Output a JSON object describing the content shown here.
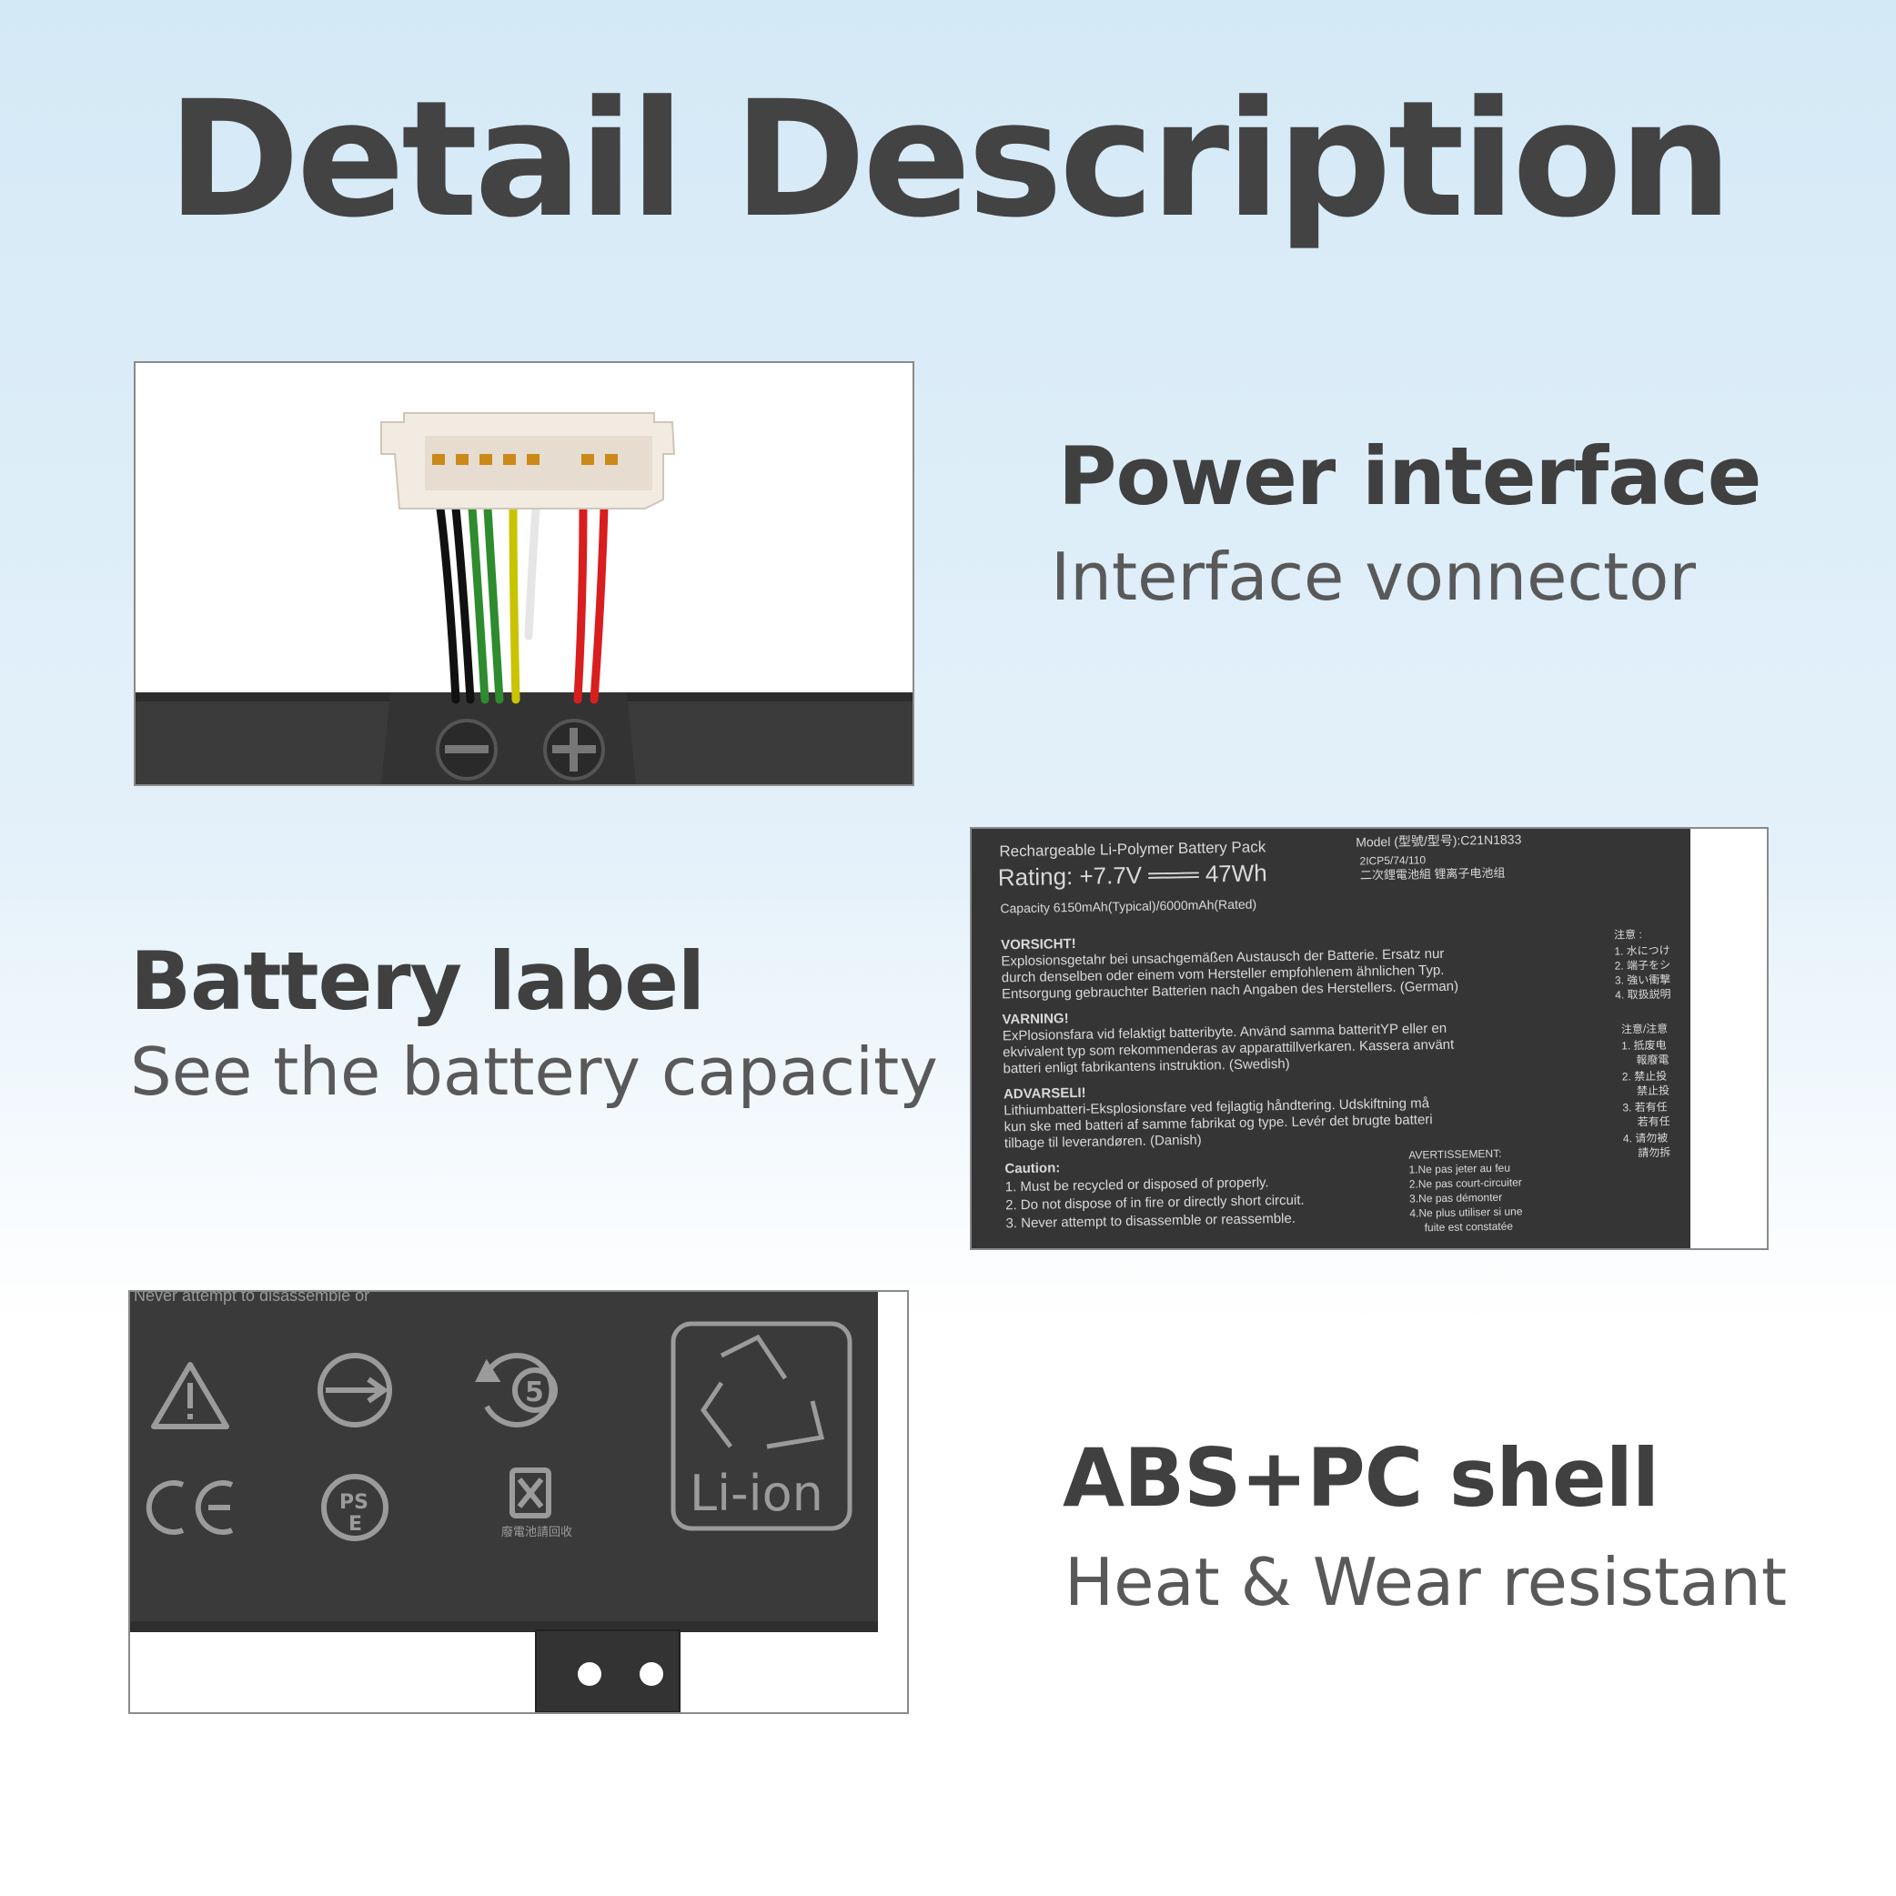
{
  "page": {
    "title": "Detail Description"
  },
  "features": [
    {
      "title": "Power interface",
      "subtitle": "Interface vonnector"
    },
    {
      "title": "Battery label",
      "subtitle": "See the battery capacity"
    },
    {
      "title": "ABS+PC shell",
      "subtitle": "Heat & Wear resistant"
    }
  ],
  "battery_label": {
    "pack": "Rechargeable Li-Polymer Battery Pack",
    "model": "Model (型號/型号):C21N1833",
    "cells": "2ICP5/74/110",
    "cn_name": "二次鋰電池組  锂离子电池组",
    "rating": "Rating: +7.7V ═══ 47Wh",
    "capacity": "Capacity 6150mAh(Typical)/6000mAh(Rated)",
    "vorsicht_head": "VORSICHT!",
    "vorsicht_1": "Explosionsgetahr bei unsachgemäßen Austausch der Batterie. Ersatz nur",
    "vorsicht_2": "durch denselben oder einem vom Hersteller empfohlenem ähnlichen Typ.",
    "vorsicht_3": "Entsorgung gebrauchter Batterien nach Angaben des Herstellers. (German)",
    "varning_head": "VARNING!",
    "varning_1": "ExPlosionsfara vid felaktigt batteribyte. Använd samma batteritYP eller en",
    "varning_2": "ekvivalent typ som rekommenderas av apparattillverkaren. Kassera använt",
    "varning_3": "batteri enligt fabrikantens instruktion. (Swedish)",
    "advarseli_head": "ADVARSELI!",
    "advarseli_1": "Lithiumbatteri-Eksplosionsfare ved fejlagtig håndtering. Udskiftning må",
    "advarseli_2": "kun ske med batteri af samme fabrikat og type. Levér det brugte batteri",
    "advarseli_3": "tilbage til leverandøren. (Danish)",
    "caution_head": "Caution:",
    "caution_1": "1. Must be recycled or disposed of properly.",
    "caution_2": "2. Do not dispose of in fire or directly short circuit.",
    "caution_3": "3. Never attempt to disassemble or reassemble.",
    "avert_head": "AVERTISSEMENT:",
    "avert_1": "1.Ne pas jeter au feu",
    "avert_2": "2.Ne pas court-circuiter",
    "avert_3": "3.Ne pas démonter",
    "avert_4": "4.Ne plus utiliser si une",
    "avert_5": "fuite est constatée",
    "jp_head": "注意 :",
    "jp_1": "1. 水につけ",
    "jp_2": "2. 端子をシ",
    "jp_3": "3. 強い衝撃",
    "jp_4": "4. 取扱説明",
    "cn_head": "注意/注意",
    "cn_1": "1. 抵废电",
    "cn_1b": "報廢電",
    "cn_2": "2. 禁止投",
    "cn_2b": "禁止投",
    "cn_3": "3. 若有任",
    "cn_3b": "若有任",
    "cn_4": "4. 请勿被",
    "cn_4b": "請勿拆"
  },
  "shell_label": {
    "top_text": "Never attempt to disassemble or",
    "recycle_cn": "廢電池請回收",
    "li_ion": "Li-ion",
    "pse": "PS",
    "pse_e": "E",
    "ce": "CE",
    "five": "5"
  },
  "connector": {
    "minus": "−",
    "plus": "+"
  },
  "colors": {
    "title": "#434343",
    "feature_title": "#404040",
    "feature_subtitle": "#595959",
    "battery_body": "#3a3a3a",
    "wire_black": "#111111",
    "wire_green": "#2e8b2e",
    "wire_yellow": "#c9c400",
    "wire_white": "#f2f2f2",
    "wire_red": "#d81e1e"
  }
}
